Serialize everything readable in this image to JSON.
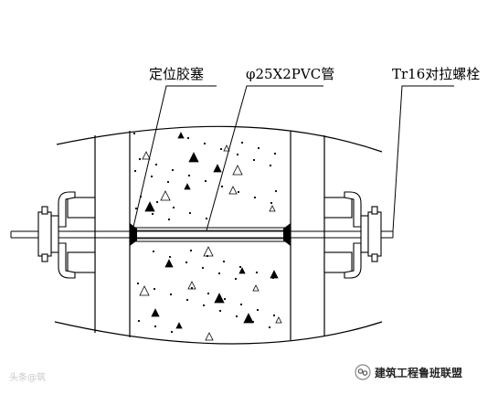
{
  "labels": {
    "plug": "定位胶塞",
    "pipe": "φ25X2PVC管",
    "bolt": "Tr16对拉螺栓"
  },
  "watermark": "头条@筑",
  "brand": {
    "name": "建筑工程鲁班联盟",
    "icon": "wechat-public-account-icon"
  },
  "colors": {
    "line": "#000000",
    "concrete_marks": "#000000",
    "background": "#ffffff"
  }
}
